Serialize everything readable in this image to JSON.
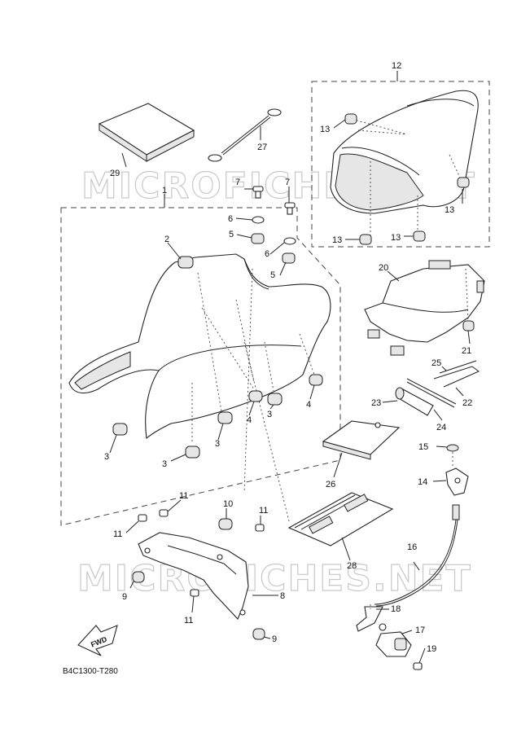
{
  "watermark": "MICROFICHES.NET",
  "diagram_code": "B4C1300-T280",
  "fwd_label": "FWD",
  "callouts": {
    "c1": "1",
    "c2": "2",
    "c3a": "3",
    "c3b": "3",
    "c3c": "3",
    "c3d": "3",
    "c4a": "4",
    "c4b": "4",
    "c5a": "5",
    "c5b": "5",
    "c6a": "6",
    "c6b": "6",
    "c7a": "7",
    "c7b": "7",
    "c8": "8",
    "c9a": "9",
    "c9b": "9",
    "c10": "10",
    "c11a": "11",
    "c11b": "11",
    "c11c": "11",
    "c11d": "11",
    "c12": "12",
    "c13a": "13",
    "c13b": "13",
    "c13c": "13",
    "c13d": "13",
    "c14": "14",
    "c15": "15",
    "c16": "16",
    "c17": "17",
    "c18": "18",
    "c19": "19",
    "c20": "20",
    "c21": "21",
    "c22": "22",
    "c23": "23",
    "c24": "24",
    "c25": "25",
    "c26": "26",
    "c27": "27",
    "c28": "28",
    "c29": "29"
  }
}
